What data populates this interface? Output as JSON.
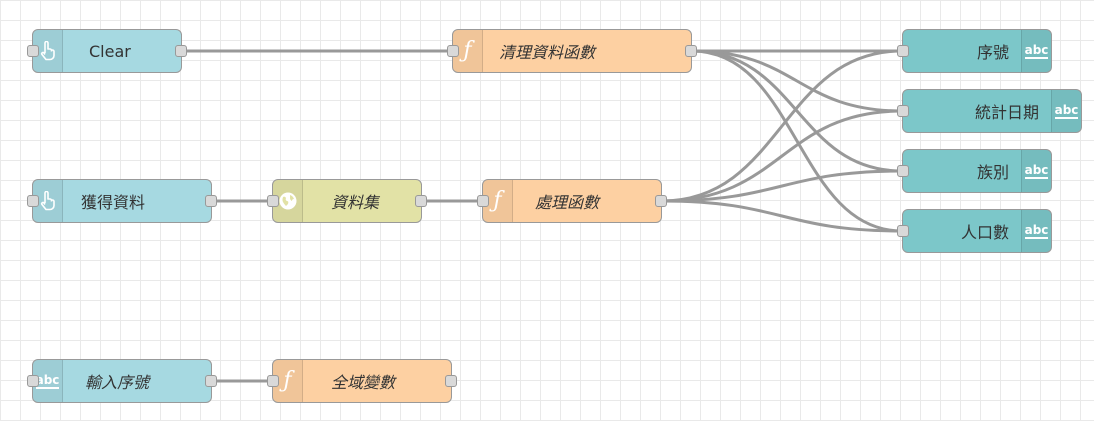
{
  "nodes": {
    "clear_inject": {
      "label": "Clear",
      "icon": "hand-pointer-icon"
    },
    "clean_function": {
      "label": "清理資料函數",
      "icon": "function-icon"
    },
    "get_data_inject": {
      "label": "獲得資料",
      "icon": "hand-pointer-icon"
    },
    "dataset_http": {
      "label": "資料集",
      "icon": "globe-icon"
    },
    "process_function": {
      "label": "處理函數",
      "icon": "function-icon"
    },
    "input_text": {
      "label": "輸入序號",
      "icon": "abc-icon",
      "icon_text": "abc"
    },
    "global_function": {
      "label": "全域變數",
      "icon": "function-icon"
    },
    "out_seq": {
      "label": "序號",
      "icon": "abc-icon",
      "icon_text": "abc"
    },
    "out_date": {
      "label": "統計日期",
      "icon": "abc-icon",
      "icon_text": "abc"
    },
    "out_ethnic": {
      "label": "族別",
      "icon": "abc-icon",
      "icon_text": "abc"
    },
    "out_population": {
      "label": "人口數",
      "icon": "abc-icon",
      "icon_text": "abc"
    }
  },
  "colors": {
    "inject": "#a6d9e1",
    "function": "#fdd0a2",
    "http": "#e2e2a6",
    "text": "#7cc7c9",
    "wire": "#999999",
    "grid": "#e9e9e9"
  }
}
